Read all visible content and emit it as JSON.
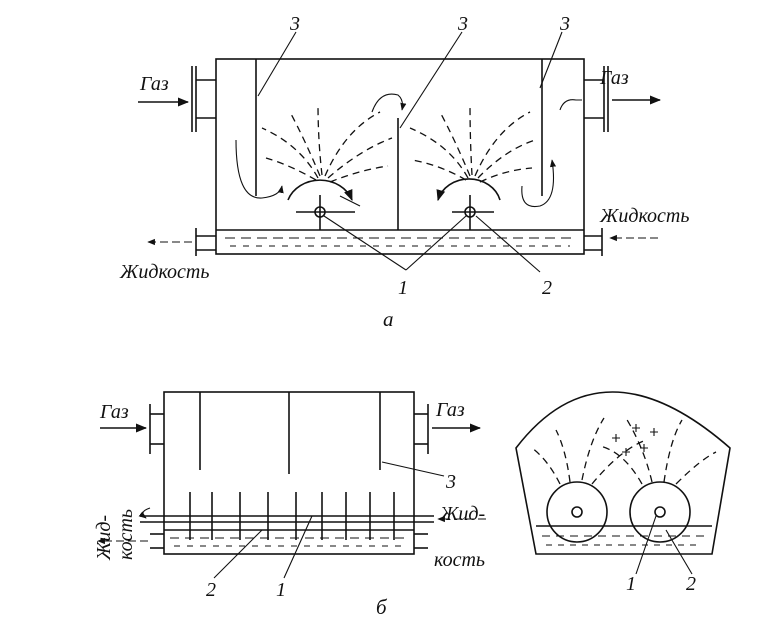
{
  "diagram_a": {
    "gas_in": "Газ",
    "gas_out": "Газ",
    "liquid_in": "Жидкость",
    "liquid_out": "Жидкость",
    "callout_1": "1",
    "callout_2": "2",
    "callout_3_left": "3",
    "callout_3_mid": "3",
    "callout_3_right": "3",
    "caption": "а"
  },
  "diagram_b": {
    "gas_in": "Газ",
    "gas_out": "Газ",
    "liquid_out_line1": "Жид-",
    "liquid_out_line2": "кость",
    "liquid_in_line1": "Жид-",
    "liquid_in_line2": "кость",
    "callout_1": "1",
    "callout_2": "2",
    "callout_3": "3",
    "cross_callout_1": "1",
    "cross_callout_2": "2",
    "caption": "б"
  }
}
